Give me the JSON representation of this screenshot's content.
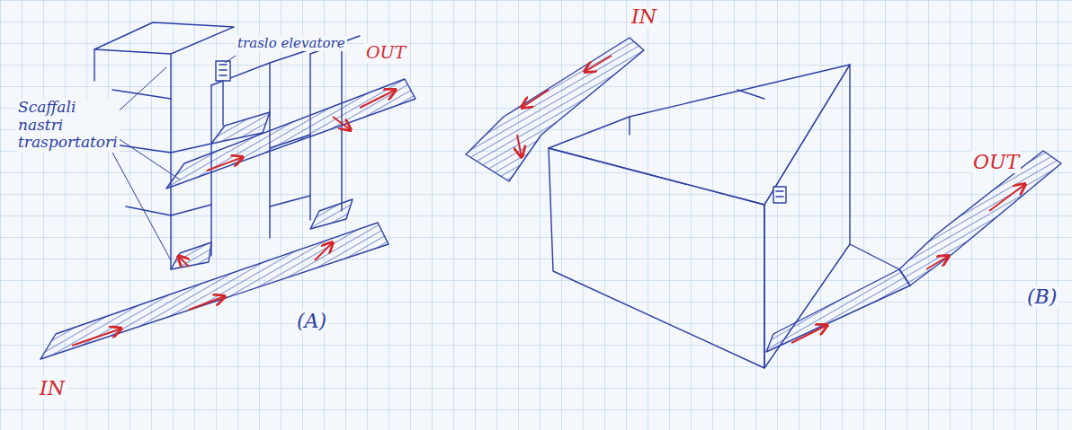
{
  "diagram": {
    "labels": [
      "Scaffali nastri trasportatori",
      "traslo elevatore",
      "OUT",
      "IN",
      "(A)",
      "IN",
      "OUT",
      "(B)"
    ]
  }
}
